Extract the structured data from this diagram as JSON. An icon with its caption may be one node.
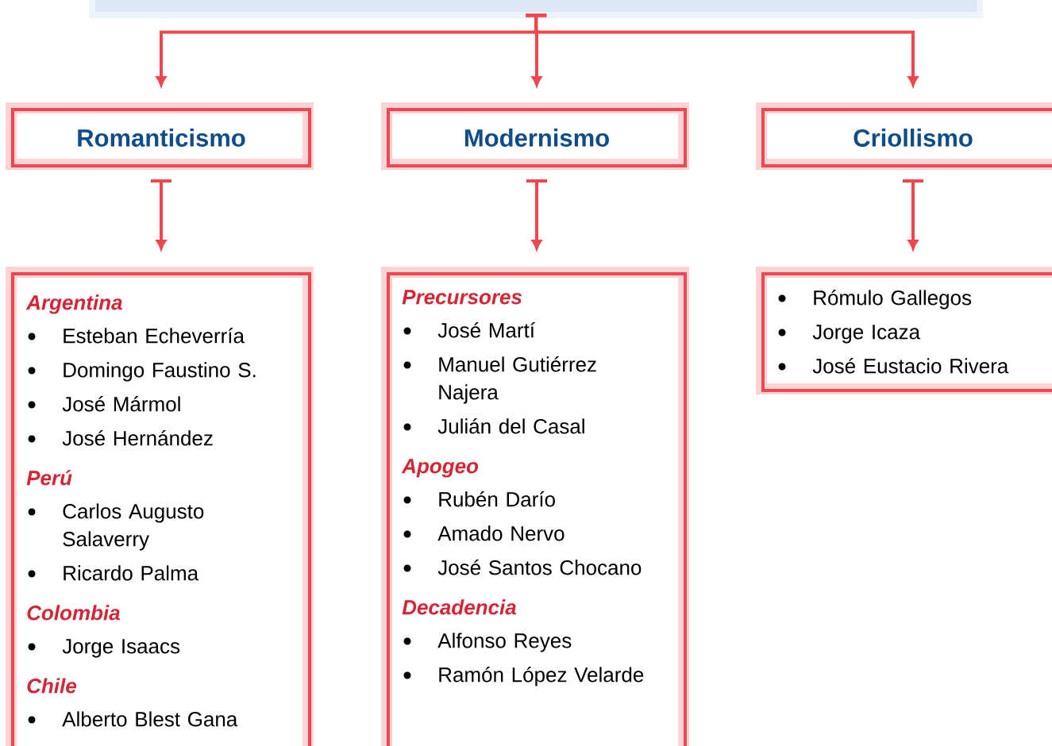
{
  "diagram": {
    "nodes": [
      {
        "text": [],
        "shape": "box"
      },
      {
        "text": [
          "Romanticismo"
        ]
      },
      {
        "text": [
          "Modernismo"
        ]
      },
      {
        "text": [
          "Criollismo"
        ]
      },
      {
        "text": [
          "Argentina",
          "Esteban Echeverría",
          "Domingo Faustino S.",
          "José Mármol",
          "José Hernández",
          "Perú",
          "Carlos Augusto Salaverry",
          "Ricardo Palma",
          "Colombia",
          "Jorge Isaacs",
          "Chile",
          "Alberto Blest Gana"
        ]
      },
      {
        "text": [
          "Precursores",
          "José Martí",
          "Manuel Gutiérrez Najera",
          "Julián del Casal",
          "Apogeo",
          "Rubén Darío",
          "Amado Nervo",
          "José Santos Chocano",
          "Decadencia",
          "Alfonso Reyes",
          "Ramón López Velarde"
        ]
      },
      {
        "text": [
          "Rómulo Gallegos",
          "Jorge Icaza",
          "José Eustacio Rivera"
        ]
      }
    ],
    "edges": [
      {
        "from": 0,
        "to": 1,
        "arrow": "to"
      },
      {
        "from": 0,
        "to": 2,
        "arrow": "to"
      },
      {
        "from": 0,
        "to": 3,
        "arrow": "to"
      },
      {
        "from": 1,
        "to": 4,
        "arrow": "to"
      },
      {
        "from": 2,
        "to": 5,
        "arrow": "to"
      },
      {
        "from": 3,
        "to": 6,
        "arrow": "to"
      }
    ]
  }
}
